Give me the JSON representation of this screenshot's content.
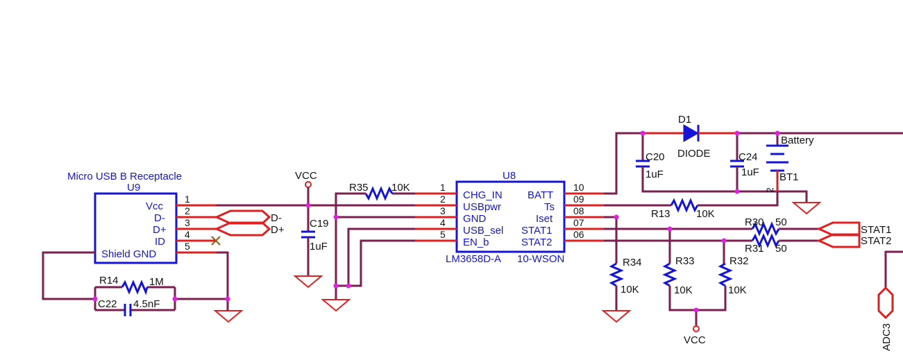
{
  "u9": {
    "title": "Micro USB B Receptacle",
    "ref": "U9",
    "pin_labels": [
      "Vcc",
      "D-",
      "D+",
      "ID",
      "Shield GND"
    ],
    "pin_numbers": [
      "1",
      "2",
      "3",
      "4",
      "5"
    ]
  },
  "u8": {
    "ref": "U8",
    "part": "LM3658D-A",
    "package": "10-WSON",
    "left_pins": [
      "CHG_IN",
      "USBpwr",
      "GND",
      "USB_sel",
      "EN_b"
    ],
    "left_nums": [
      "1",
      "2",
      "3",
      "4",
      "5"
    ],
    "right_pins": [
      "BATT",
      "Ts",
      "Iset",
      "STAT1",
      "STAT2"
    ],
    "right_nums": [
      "10",
      "09",
      "08",
      "07",
      "06"
    ]
  },
  "nets": {
    "vcc_top": "VCC",
    "vcc_bottom": "VCC",
    "dminus": "D-",
    "dplus": "D+",
    "stat1": "STAT1",
    "stat2": "STAT2",
    "adc": "ADC3"
  },
  "components": {
    "r14": {
      "ref": "R14",
      "value": "1M"
    },
    "c22": {
      "ref": "C22",
      "value": "4.5nF"
    },
    "c19": {
      "ref": "C19",
      "value": "1uF"
    },
    "r35": {
      "ref": "R35",
      "value": "10K"
    },
    "c20": {
      "ref": "C20",
      "value": "1uF"
    },
    "d1": {
      "ref": "D1",
      "value": "DIODE"
    },
    "c24": {
      "ref": "C24",
      "value": "1uF"
    },
    "bt1": {
      "ref": "BT1",
      "value": "Battery",
      "pin": "2"
    },
    "r13": {
      "ref": "R13",
      "value": "10K"
    },
    "r30": {
      "ref": "R30",
      "value": "50"
    },
    "r31": {
      "ref": "R31",
      "value": "50"
    },
    "r34": {
      "ref": "R34",
      "value": "10K"
    },
    "r33": {
      "ref": "R33",
      "value": "10K"
    },
    "r32": {
      "ref": "R32",
      "value": "10K"
    }
  },
  "colors": {
    "wire": "#7a1f4f",
    "pin": "#e02020",
    "symbol": "#1414d8",
    "junction": "#e020e0"
  }
}
